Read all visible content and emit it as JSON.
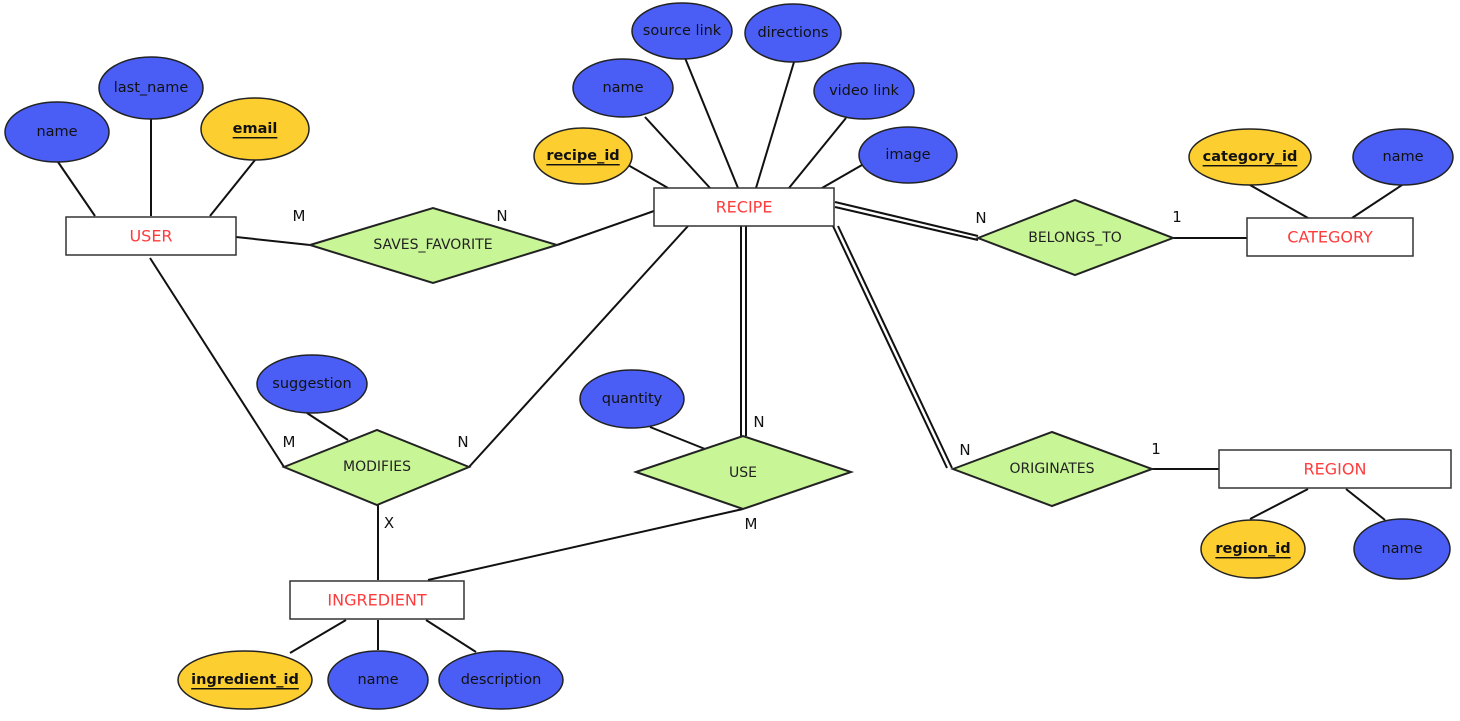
{
  "title": "Recipe ER Diagram",
  "colors": {
    "entity_text": "#ff3b3b",
    "relationship_fill": "#c8f596",
    "attribute_fill": "#4a5ef5",
    "key_attribute_fill": "#fdce2f"
  },
  "entities": {
    "user": "USER",
    "recipe": "RECIPE",
    "category": "CATEGORY",
    "region": "REGION",
    "ingredient": "INGREDIENT"
  },
  "relationships": {
    "saves_favorite": "SAVES_FAVORITE",
    "belongs_to": "BELONGS_TO",
    "modifies": "MODIFIES",
    "use": "USE",
    "originates": "ORIGINATES"
  },
  "attributes": {
    "user_name": "name",
    "user_last_name": "last_name",
    "user_email": "email",
    "recipe_id": "recipe_id",
    "recipe_name": "name",
    "recipe_source_link": "source link",
    "recipe_directions": "directions",
    "recipe_video_link": "video link",
    "recipe_image": "image",
    "category_id": "category_id",
    "category_name": "name",
    "region_id": "region_id",
    "region_name": "name",
    "ingredient_id": "ingredient_id",
    "ingredient_name": "name",
    "ingredient_description": "description",
    "modifies_suggestion": "suggestion",
    "use_quantity": "quantity"
  },
  "cardinalities": {
    "saves_user": "M",
    "saves_recipe": "N",
    "belongs_recipe": "N",
    "belongs_category": "1",
    "modifies_user": "M",
    "modifies_recipe": "N",
    "modifies_ingredient": "X",
    "use_recipe": "N",
    "use_ingredient": "M",
    "originates_recipe": "N",
    "originates_region": "1"
  }
}
